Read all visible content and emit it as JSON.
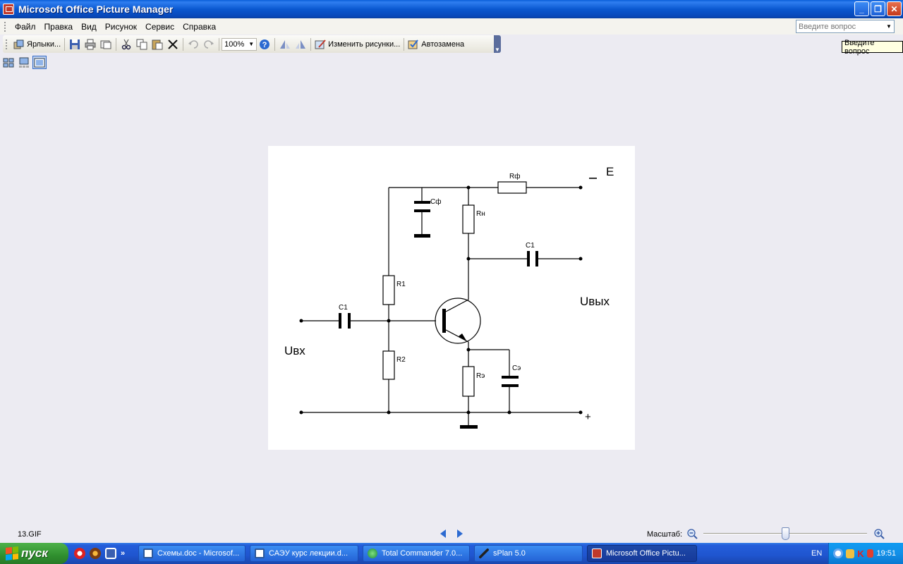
{
  "window": {
    "title": "Microsoft Office Picture Manager"
  },
  "menu": [
    "Файл",
    "Правка",
    "Вид",
    "Рисунок",
    "Сервис",
    "Справка"
  ],
  "ask": {
    "placeholder": "Введите вопрос",
    "tooltip": "Введите вопрос"
  },
  "toolbar": {
    "shortcuts_label": "Ярлыки...",
    "zoom_value": "100%",
    "edit_pictures_label": "Изменить рисунки...",
    "autocorrect_label": "Автозамена"
  },
  "schematic": {
    "labels": {
      "rf": "Rф",
      "cf": "Cф",
      "rn": "Rн",
      "c1_out": "C1",
      "r1": "R1",
      "r2": "R2",
      "c1_in": "C1",
      "re": "Rэ",
      "ce": "Cэ",
      "e": "E",
      "minus": "_",
      "plus": "+",
      "uin": "Uвх",
      "uout": "Uвых"
    }
  },
  "status": {
    "filename": "13.GIF",
    "zoom_label": "Масштаб:",
    "zoom_level_fraction": 0.5
  },
  "taskbar": {
    "start_label": "пуск",
    "tasks": [
      "Схемы.doc - Microsof...",
      "САЭУ курс лекции.d...",
      "Total Commander 7.0...",
      "sPlan 5.0",
      "Microsoft Office Pictu..."
    ],
    "language": "EN",
    "clock": "19:51"
  },
  "colors": {
    "title_bar": "#0a58d0",
    "taskbar": "#245edb",
    "start_button": "#2f8f2e",
    "canvas_bg": "#ecebf2"
  }
}
